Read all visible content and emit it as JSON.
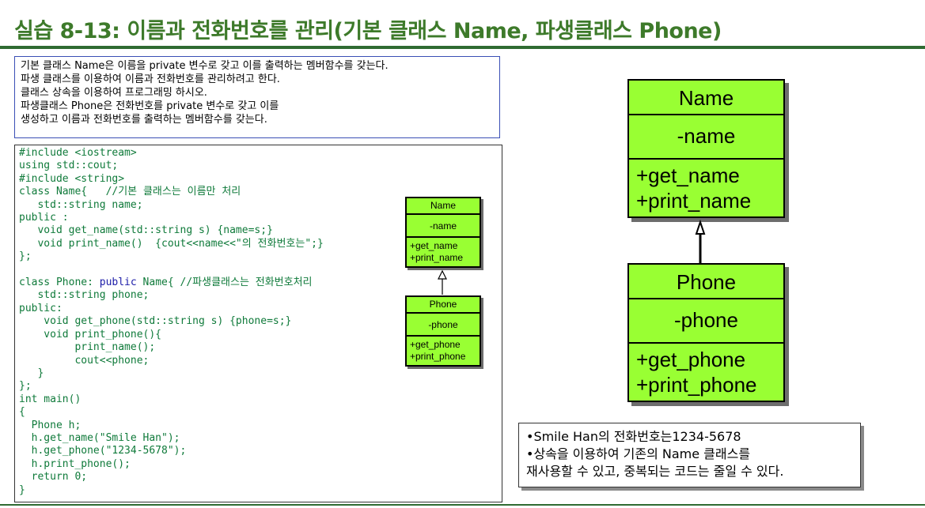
{
  "title": "실습 8-13: 이름과 전화번호를 관리(기본 클래스 Name, 파생클래스 Phone)",
  "description": [
    "기본 클래스 Name은 이름을 private 변수로 갖고 이를 출력하는 멤버함수를 갖는다.",
    "파생 클래스를 이용하여 이름과 전화번호를 관리하려고 한다.",
    "클래스 상속을 이용하여 프로그래밍 하시오.",
    "파생클래스 Phone은 전화번호를 private 변수로 갖고 이를",
    "생성하고 이름과 전화번호를 출력하는 멤버함수를 갖는다."
  ],
  "code": {
    "l01": "#include <iostream>",
    "l02": "using std::cout;",
    "l03": "#include <string>",
    "l04": "class Name{   //기본 클래스는 이름만 처리",
    "l05": "   std::string name;",
    "l06": "public :",
    "l07": "   void get_name(std::string s) {name=s;}",
    "l08": "   void print_name()  {cout<<name<<\"의 전화번호는\";}",
    "l09": "};",
    "l10": "",
    "l11_a": "class Phone: ",
    "l11_kw": "public",
    "l11_b": " Name{ //파생클래스는 전화번호처리",
    "l12": "   std::string phone;",
    "l13": "public:",
    "l14": "    void get_phone(std::string s) {phone=s;}",
    "l15": "    void print_phone(){",
    "l16": "         print_name();",
    "l17": "         cout<<phone;",
    "l18": "   }",
    "l19": "};",
    "l20": "int main()",
    "l21": "{",
    "l22": "  Phone h;",
    "l23": "  h.get_name(\"Smile Han\");",
    "l24": "  h.get_phone(\"1234-5678\");",
    "l25": "  h.print_phone();",
    "l26": "  return 0;",
    "l27": "}"
  },
  "uml_small": {
    "name_class": {
      "header": "Name",
      "attr": "-name",
      "op1": "+get_name",
      "op2": "+print_name"
    },
    "phone_class": {
      "header": "Phone",
      "attr": "-phone",
      "op1": "+get_phone",
      "op2": "+print_phone"
    }
  },
  "uml_large": {
    "name_class": {
      "header": "Name",
      "attr": "-name",
      "op1": "+get_name",
      "op2": "+print_name"
    },
    "phone_class": {
      "header": "Phone",
      "attr": "-phone",
      "op1": "+get_phone",
      "op2": "+print_phone"
    }
  },
  "note": {
    "line1": "•Smile Han의 전화번호는1234-5678",
    "line2": "•상속을 이용하여 기존의 Name 클래스를",
    "line3": " 재사용할 수 있고, 중복되는 코드는 줄일 수 있다."
  },
  "colors": {
    "title": "#3d7a2a",
    "bar": "#2f6b32",
    "uml_fill": "#99ff33",
    "code": "#0f7a3a",
    "keyword": "#1c1ca8",
    "desc_border": "#3a4fb5"
  }
}
